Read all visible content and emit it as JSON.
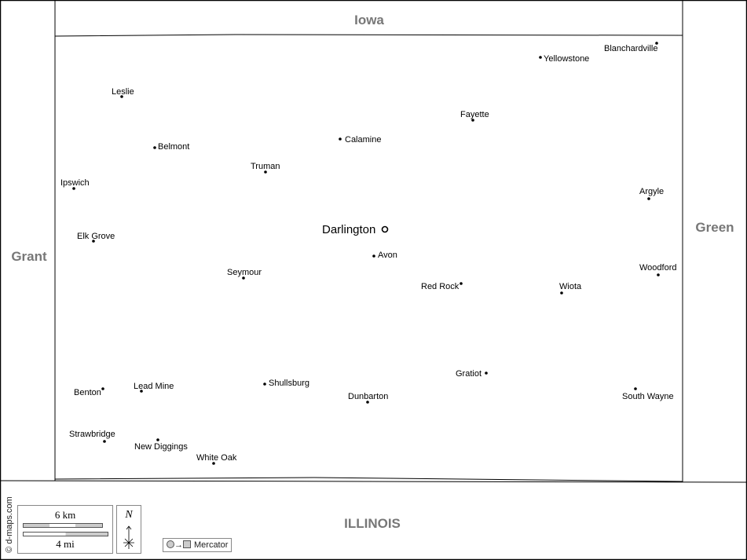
{
  "regions": {
    "north": "Iowa",
    "west": "Grant",
    "east": "Green",
    "south": "ILLINOIS"
  },
  "county_seat": "Darlington",
  "towns": [
    "Yellowstone",
    "Blanchardville",
    "Leslie",
    "Fayette",
    "Calamine",
    "Belmont",
    "Truman",
    "Ipswich",
    "Argyle",
    "Elk Grove",
    "Avon",
    "Seymour",
    "Woodford",
    "Red Rock",
    "Wiota",
    "Gratiot",
    "Benton",
    "Lead Mine",
    "Shullsburg",
    "Dunbarton",
    "South Wayne",
    "Strawbridge",
    "New Diggings",
    "White Oak"
  ],
  "legend": {
    "scale_km": "6 km",
    "scale_mi": "4 mi",
    "north": "N",
    "projection": "Mercator",
    "credit": "© d-maps.com"
  }
}
